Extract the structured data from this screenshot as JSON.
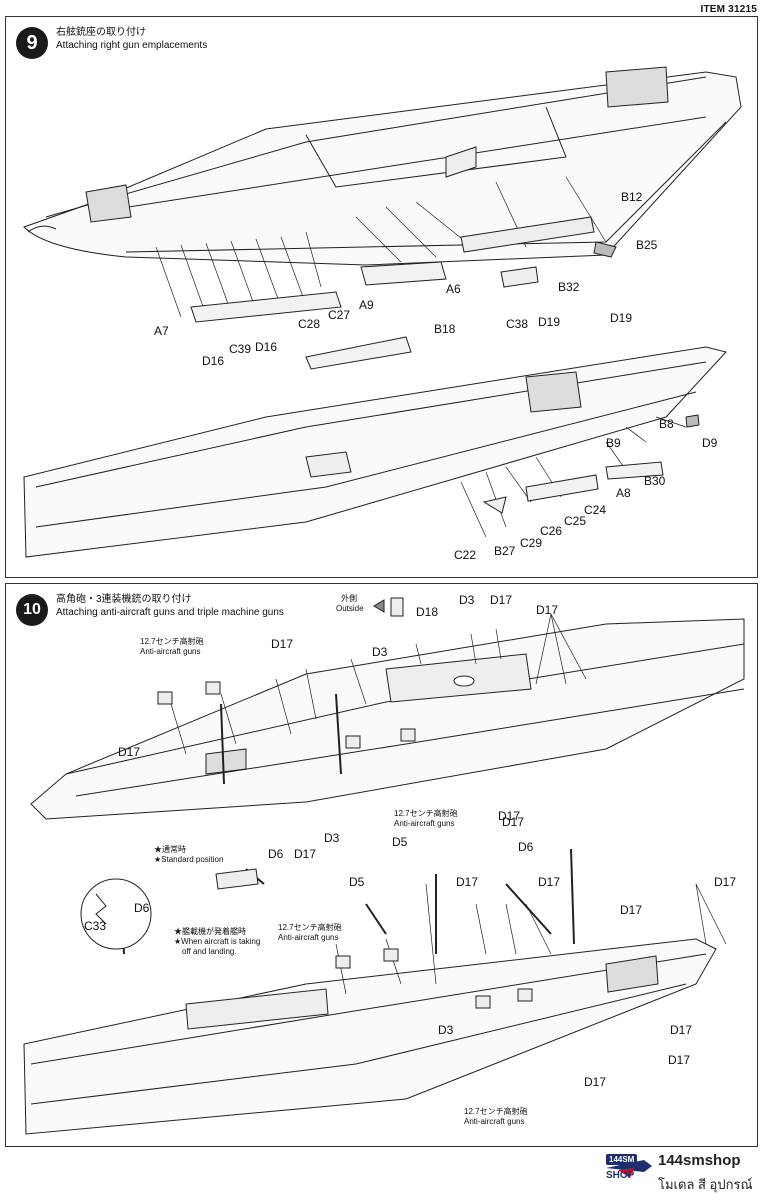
{
  "item_code": "ITEM 31215",
  "steps": [
    {
      "number": "9",
      "title_jp": "右舷銃座の取り付け",
      "title_en": "Attaching right gun emplacements",
      "part_labels": [
        "B12",
        "B25",
        "A6",
        "B32",
        "D19",
        "C38",
        "D19",
        "B18",
        "A9",
        "C27",
        "C28",
        "A7",
        "D16",
        "C39",
        "D16",
        "B8",
        "D9",
        "B9",
        "B30",
        "A8",
        "C24",
        "C25",
        "C26",
        "C29",
        "B27",
        "C22"
      ]
    },
    {
      "number": "10",
      "title_jp": "高角砲・3連装機銃の取り付け",
      "title_en": "Attaching anti-aircraft guns and triple machine guns",
      "outside_jp": "外側",
      "outside_en": "Outside",
      "part_labels": [
        "D18",
        "D3",
        "D17",
        "D17",
        "D3",
        "D17",
        "D17",
        "D17",
        "D5",
        "D3",
        "D6",
        "D17",
        "C33",
        "D6",
        "D5",
        "D17",
        "D6",
        "D17",
        "D17",
        "D17",
        "D3",
        "D17",
        "D17",
        "D17",
        "D17"
      ],
      "gun_label_jp": "12.7センチ高射砲",
      "gun_label_en": "Anti-aircraft guns",
      "standard_jp": "★通常時",
      "standard_en": "★Standard position",
      "aircraft_jp": "★艦載機が発着艦時",
      "aircraft_en_1": "★When aircraft is taking",
      "aircraft_en_2": "off and landing."
    }
  ],
  "footer": {
    "logo_top": "144SM",
    "logo_bottom": "SHOP",
    "shop_name": "144smshop",
    "shop_sub": "โมเดล สี อุปกรณ์"
  }
}
